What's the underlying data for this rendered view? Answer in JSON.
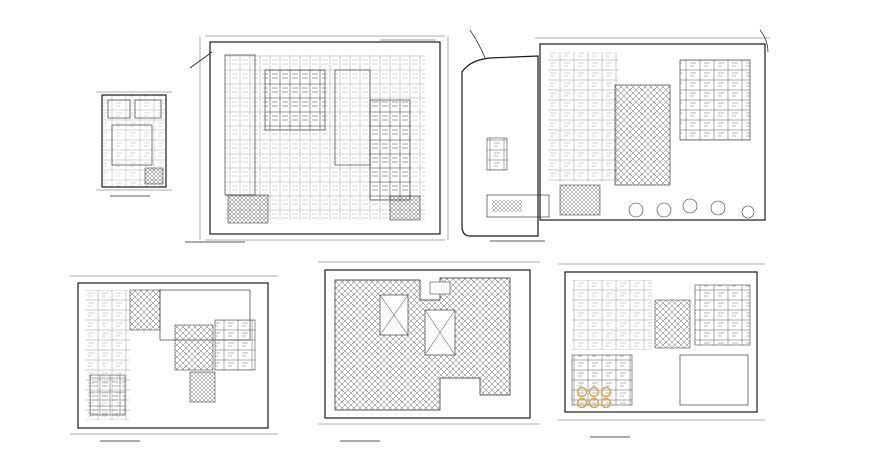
{
  "drawing": {
    "colors": {
      "background": "#ffffff",
      "line": "#1a1a1a",
      "hatch": "#555555",
      "highlight": "#d7a14a"
    },
    "plans": [
      {
        "id": "plan-a",
        "caption": ""
      },
      {
        "id": "plan-b",
        "caption": ""
      },
      {
        "id": "plan-c",
        "caption": ""
      },
      {
        "id": "plan-d",
        "caption": ""
      },
      {
        "id": "plan-e",
        "caption": ""
      },
      {
        "id": "plan-f",
        "caption": ""
      }
    ]
  }
}
